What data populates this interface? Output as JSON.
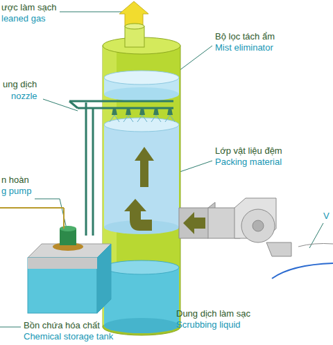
{
  "diagram": {
    "labels": [
      "ược làm sạch",
      "leaned gas",
      "Bộ lọc tách ẩm",
      "Mist eliminator",
      "ung dịch",
      "nozzle",
      "Lớp vật liệu đệm",
      "Packing material",
      "n hoàn",
      "g pump",
      "Bồn chứa hóa chất",
      "Chemical storage tank",
      "Dung dịch làm sạc",
      "Scrubbing liquid",
      "V"
    ]
  }
}
